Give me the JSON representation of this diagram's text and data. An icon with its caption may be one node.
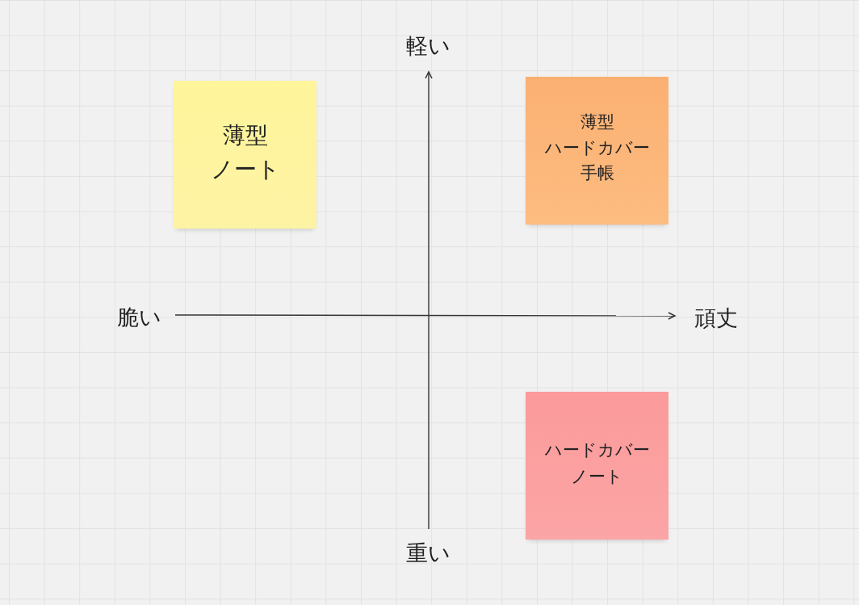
{
  "diagram": {
    "nodes": [
      {
        "text": [
          "薄型ノート"
        ]
      },
      {
        "text": [
          "薄型ハードカバー手帳"
        ]
      },
      {
        "text": [
          "ハードカバーノート"
        ]
      }
    ],
    "labels": [
      "軽い",
      "脆い",
      "頑丈",
      "重い"
    ]
  }
}
